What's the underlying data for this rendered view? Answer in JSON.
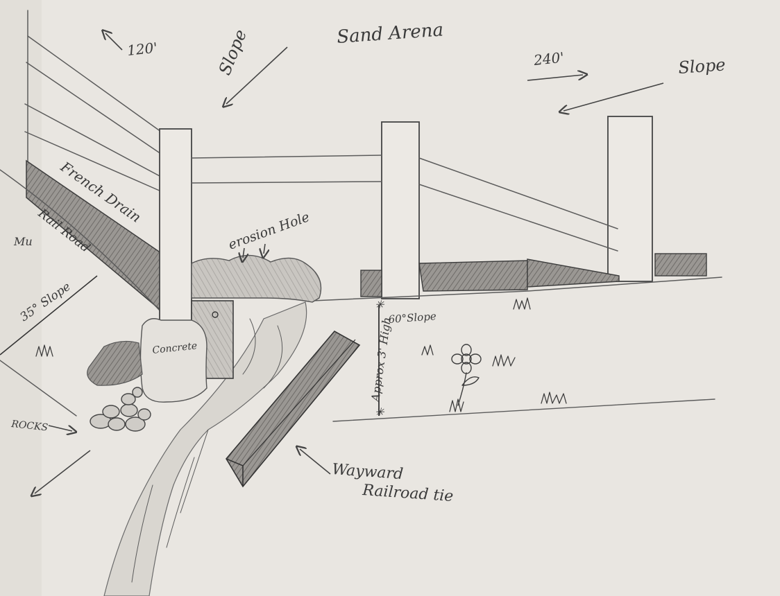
{
  "labels": {
    "sand_arena": "Sand Arena",
    "dim_120": "120'",
    "dim_240": "240'",
    "slope_left": "Slope",
    "slope_right": "Slope",
    "french_drain": "French Drain",
    "rail_road": "Rail Road",
    "erosion_hole": "erosion Hole",
    "slope_35": "35° Slope",
    "concrete": "Concrete",
    "rocks": "ROCKS",
    "slope_60": "60°Slope",
    "approx_height": "Approx 3' High",
    "wayward_line1": "Wayward",
    "wayward_line2": "Railroad tie",
    "grass_text": "Mu"
  },
  "colors": {
    "paper": "#e9e6e1",
    "pencil": "#5b5b5b",
    "shade": "#8f8c88",
    "shade_dark": "#6f6c69"
  }
}
